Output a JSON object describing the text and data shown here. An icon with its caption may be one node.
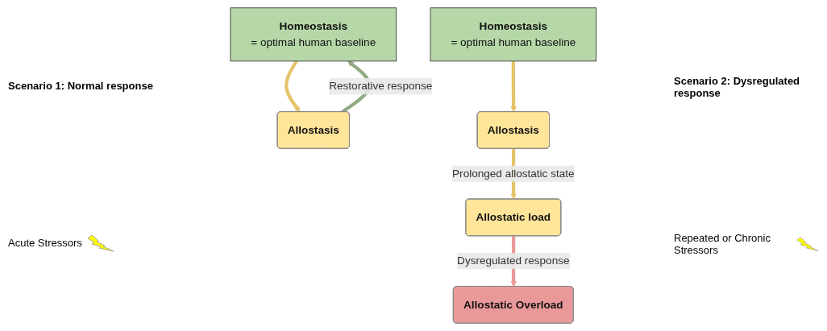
{
  "diagram": {
    "nodes": [
      {
        "text": [
          "Homeostasis",
          "= optimal human baseline"
        ]
      },
      {
        "text": [
          "Allostasis"
        ]
      },
      {
        "text": [
          "Allostatic Overload"
        ]
      },
      {
        "text": [
          "Allostatic load"
        ]
      },
      {
        "text": [
          "Homeostasis",
          "= optimal human baseline"
        ]
      },
      {
        "text": [
          "Allostasis"
        ]
      }
    ],
    "edges": [
      {
        "from": 0,
        "to": 1,
        "arrow": "to"
      },
      {
        "from": 1,
        "to": 0,
        "arrow": "to",
        "label": "Restorative response",
        "color": "#93ab85"
      },
      {
        "from": 3,
        "to": 2,
        "arrow": "to",
        "label": "Dysregulated response",
        "color": "#ea9999"
      },
      {
        "from": 4,
        "to": 5,
        "arrow": "to"
      },
      {
        "from": 5,
        "to": 3,
        "arrow": "to",
        "label": "Prolonged allostatic state"
      }
    ],
    "labels": [
      "Scenario 1: Normal response",
      "Scenario 2: Dysregulated response",
      "Acute Stressors",
      "Repeated or Chronic Stressors"
    ]
  }
}
